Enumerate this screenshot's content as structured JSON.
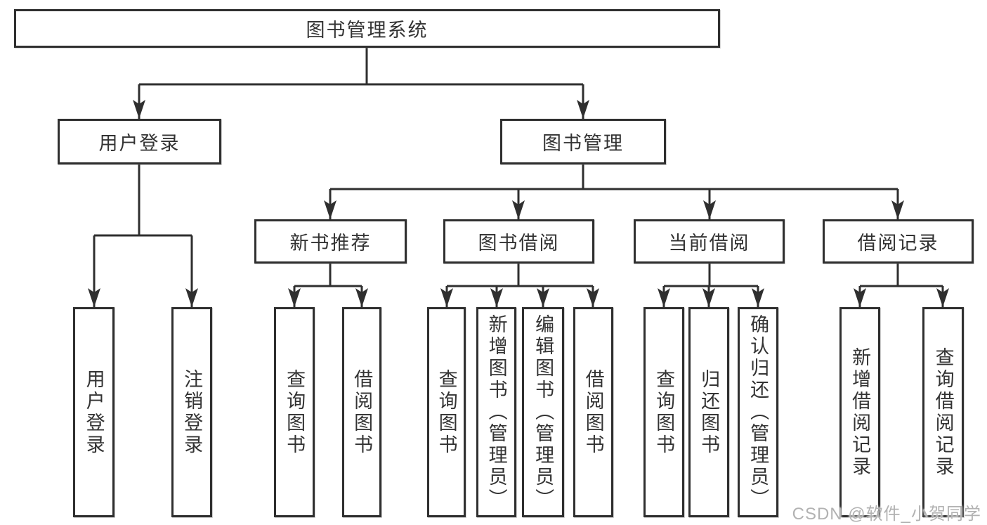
{
  "root": {
    "label": "图书管理系统"
  },
  "user_branch": {
    "label": "用户登录",
    "children": [
      {
        "label": "用户登录"
      },
      {
        "label": "注销登录"
      }
    ]
  },
  "book_branch": {
    "label": "图书管理",
    "sections": [
      {
        "label": "新书推荐",
        "children": [
          {
            "label": "查询图书"
          },
          {
            "label": "借阅图书"
          }
        ]
      },
      {
        "label": "图书借阅",
        "children": [
          {
            "label": "查询图书"
          },
          {
            "label": "新增图书（管理员）"
          },
          {
            "label": "编辑图书（管理员）"
          },
          {
            "label": "借阅图书"
          }
        ]
      },
      {
        "label": "当前借阅",
        "children": [
          {
            "label": "查询图书"
          },
          {
            "label": "归还图书"
          },
          {
            "label": "确认归还（管理员）"
          }
        ]
      },
      {
        "label": "借阅记录",
        "children": [
          {
            "label": "新增借阅记录"
          },
          {
            "label": "查询借阅记录"
          }
        ]
      }
    ]
  },
  "watermark": {
    "text": "CSDN @软件_小贺同学"
  },
  "colors": {
    "line": "#2f2f2f",
    "text": "#333333",
    "background": "#ffffff",
    "watermark": "#b2b2b2"
  }
}
